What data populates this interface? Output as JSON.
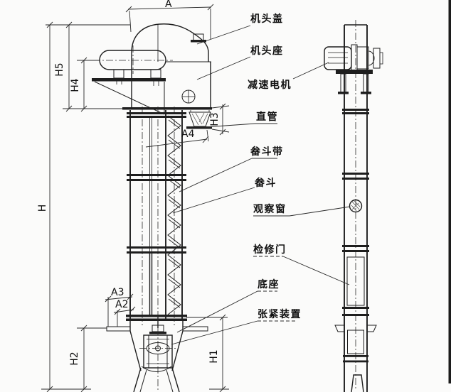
{
  "drawing": {
    "type": "bucket-elevator-technical-drawing",
    "colors": {
      "paper": "#fbfbfa",
      "line": "#1e1e1e"
    }
  },
  "part_labels": {
    "head_cover": "机头盖",
    "head_seat": "机头座",
    "gear_motor": "减速电机",
    "straight_pipe": "直管",
    "bucket_belt": "畚斗带",
    "bucket": "畚斗",
    "observation_window": "观察窗",
    "inspection_door": "检修门",
    "base": "底座",
    "tensioning_device": "张紧装置"
  },
  "dimensions": {
    "width_a": "A",
    "h5": "H5",
    "h4": "H4",
    "total_height": "H",
    "h3": "H3",
    "a4": "A4",
    "a3": "A3",
    "a2": "A2",
    "h2": "H2",
    "h1": "H1"
  }
}
